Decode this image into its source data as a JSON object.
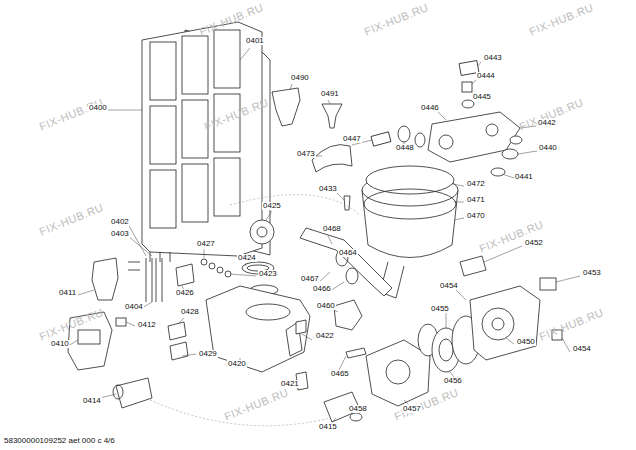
{
  "diagram": {
    "labels": [
      "FIX-HUB.RU",
      "FIX-HUB.RU",
      "FIX-HUB.RU",
      "FIX-HUB.RU",
      "FIX-HUB.RU",
      "FIX-HUB.RU",
      "FIX-HUB.RU",
      "FIX-HUB.RU",
      "FIX-HUB.RU",
      "FIX-HUB.RU",
      "FIX-HUB.RU",
      "FIX-HUB.RU",
      "0400",
      "0401",
      "0490",
      "0491",
      "0443",
      "0444",
      "0445",
      "0446",
      "0442",
      "0447",
      "0448",
      "0440",
      "0441",
      "0473",
      "0433",
      "0472",
      "0471",
      "0470",
      "0425",
      "0468",
      "0452",
      "0402",
      "0403",
      "0427",
      "0424",
      "0423",
      "0464",
      "0411",
      "0426",
      "0467",
      "0466",
      "0454",
      "0453",
      "0404",
      "0428",
      "0460",
      "0455",
      "0412",
      "0410",
      "0422",
      "0450",
      "0454",
      "0429",
      "0420",
      "0456",
      "0421",
      "0465",
      "0414",
      "0458",
      "0457",
      "0415",
      "58300000109252 aet 000 с 4/6"
    ]
  }
}
